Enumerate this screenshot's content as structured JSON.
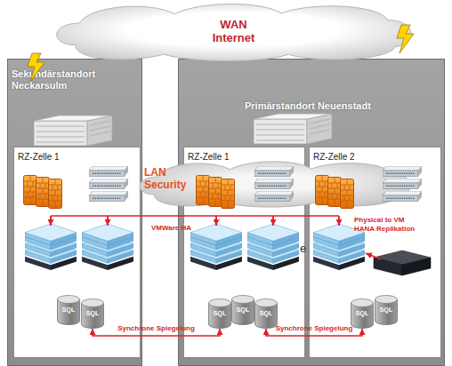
{
  "diagram": {
    "nodes": [
      {
        "text": [
          "WAN Internet"
        ]
      },
      {
        "text": [
          "Sekundärstandort Neckarsulm"
        ]
      },
      {
        "text": [
          "Primärstandort Neuenstadt"
        ]
      },
      {
        "text": [
          "RZ-Zelle 1"
        ],
        "in": 1
      },
      {
        "text": [
          "RZ-Zelle 1"
        ],
        "in": 2
      },
      {
        "text": [
          "RZ-Zelle 2"
        ],
        "in": 2
      },
      {
        "text": [
          "LAN Security"
        ]
      },
      {
        "text": [
          "SQL"
        ],
        "in": 3
      },
      {
        "text": [
          "SQL"
        ],
        "in": 3
      },
      {
        "text": [
          "SQL"
        ],
        "in": 4
      },
      {
        "text": [
          "SQL"
        ],
        "in": 4
      },
      {
        "text": [
          "SQL"
        ],
        "in": 4
      },
      {
        "text": [
          "SQL"
        ],
        "in": 5
      },
      {
        "text": [
          "SQL"
        ],
        "in": 5
      }
    ],
    "edges": [
      {
        "from": 8,
        "to": 9,
        "arrow": "both",
        "label": "Synchrone Spiegelung"
      },
      {
        "from": 11,
        "to": 12,
        "arrow": "both",
        "label": "Synchrone Spiegelung"
      }
    ],
    "labels": [
      "Physical to VM HANA Replikation",
      "VMWare HA",
      "e"
    ]
  }
}
